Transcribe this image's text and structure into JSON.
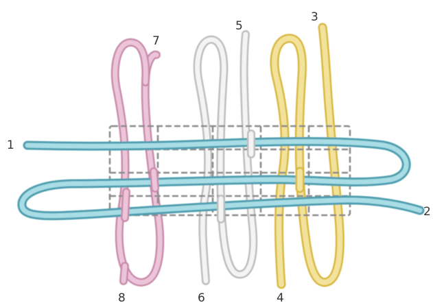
{
  "figure": {
    "labels": {
      "cord_1": "1",
      "cord_2": "2",
      "cord_3": "3",
      "cord_4": "4",
      "cord_5": "5",
      "cord_6": "6",
      "cord_7": "7",
      "cord_8": "8"
    },
    "colors": {
      "pink_cord": "#d9a6c2",
      "white_cord": "#e6e6e6",
      "yellow_cord": "#ecd77a",
      "blue_cord": "#7cc3cf",
      "grid_lines": "#8a8a8a"
    }
  }
}
